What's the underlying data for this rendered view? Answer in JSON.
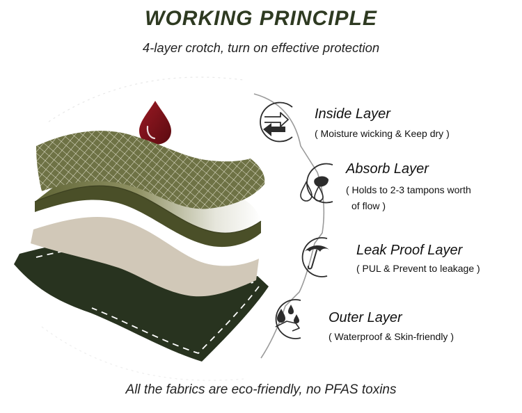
{
  "header": {
    "title": "WORKING PRINCIPLE",
    "subtitle": "4-layer crotch, turn on effective protection"
  },
  "layers": [
    {
      "title": "Inside Layer",
      "desc_lines": [
        "( Moisture wicking & Keep dry )"
      ],
      "icon": "recycle-arrows-icon"
    },
    {
      "title": "Absorb Layer",
      "desc_lines": [
        "( Holds to 2-3 tampons worth",
        "of flow )"
      ],
      "icon": "water-drops-icon"
    },
    {
      "title": "Leak Proof Layer",
      "desc_lines": [
        "( PUL & Prevent to leakage )"
      ],
      "icon": "umbrella-icon"
    },
    {
      "title": "Outer Layer",
      "desc_lines": [
        "( Waterproof & Skin-friendly )"
      ],
      "icon": "water-on-hand-icon"
    }
  ],
  "footer": {
    "note": "All the fabrics are eco-friendly, no PFAS toxins"
  },
  "colors": {
    "title": "#2e3a21",
    "accent": "#7c7f4e",
    "olive_dark": "#5b6232",
    "olive_light": "#a8aa7d",
    "dark_green": "#28331f",
    "beige": "#d1c8b8",
    "blood": "#7a0f17",
    "outline": "#2c2c2c"
  }
}
